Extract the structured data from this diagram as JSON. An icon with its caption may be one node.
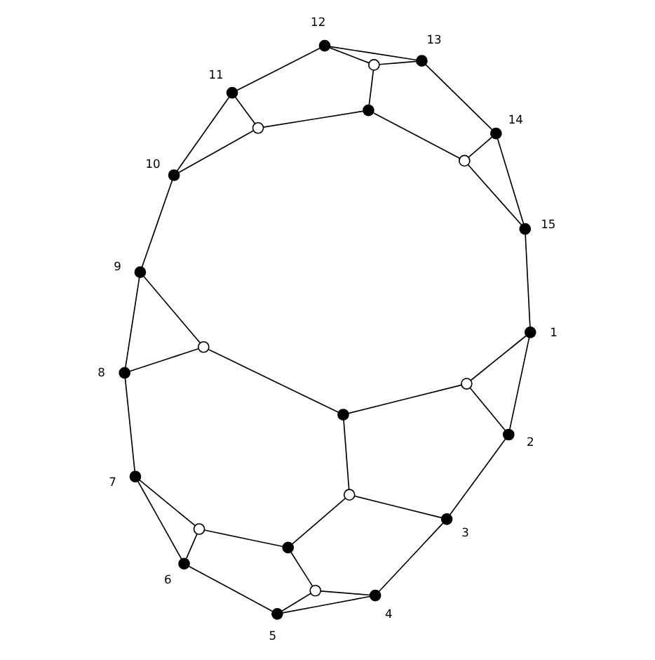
{
  "diagram": {
    "nodes": [
      {
        "text": [],
        "shape": "circle",
        "beside": [
          "1"
        ]
      },
      {
        "text": [],
        "shape": "circle",
        "beside": [
          "2"
        ]
      },
      {
        "text": [],
        "shape": "circle",
        "beside": [
          "3"
        ]
      },
      {
        "text": [],
        "shape": "circle",
        "beside": [
          "4"
        ]
      },
      {
        "text": [],
        "shape": "circle",
        "beside": [
          "5"
        ]
      },
      {
        "text": [],
        "shape": "circle",
        "beside": [
          "6"
        ]
      },
      {
        "text": [],
        "shape": "circle",
        "beside": [
          "7"
        ]
      },
      {
        "text": [],
        "shape": "circle",
        "beside": [
          "8"
        ]
      },
      {
        "text": [],
        "shape": "circle",
        "beside": [
          "9"
        ]
      },
      {
        "text": [],
        "shape": "circle",
        "beside": [
          "10"
        ]
      },
      {
        "text": [],
        "shape": "circle",
        "beside": [
          "11"
        ]
      },
      {
        "text": [],
        "shape": "circle",
        "beside": [
          "12"
        ]
      },
      {
        "text": [],
        "shape": "circle",
        "beside": [
          "13"
        ]
      },
      {
        "text": [],
        "shape": "circle",
        "beside": [
          "14"
        ]
      },
      {
        "text": [],
        "shape": "circle",
        "beside": [
          "15"
        ]
      },
      {
        "text": [],
        "shape": "circle"
      },
      {
        "text": [],
        "shape": "circle"
      },
      {
        "text": [],
        "shape": "circle"
      },
      {
        "text": [],
        "shape": "circle"
      },
      {
        "text": [],
        "shape": "circle"
      },
      {
        "text": [],
        "shape": "circle"
      },
      {
        "text": [],
        "shape": "circle"
      },
      {
        "text": [],
        "shape": "circle"
      },
      {
        "text": [],
        "shape": "circle"
      },
      {
        "text": [],
        "shape": "circle"
      },
      {
        "text": [],
        "shape": "circle"
      }
    ],
    "edges": [
      {
        "from": 0,
        "to": 1,
        "arrow": "none"
      },
      {
        "from": 1,
        "to": 2,
        "arrow": "none"
      },
      {
        "from": 2,
        "to": 3,
        "arrow": "none"
      },
      {
        "from": 3,
        "to": 4,
        "arrow": "none"
      },
      {
        "from": 4,
        "to": 5,
        "arrow": "none"
      },
      {
        "from": 5,
        "to": 6,
        "arrow": "none"
      },
      {
        "from": 6,
        "to": 7,
        "arrow": "none"
      },
      {
        "from": 7,
        "to": 8,
        "arrow": "none"
      },
      {
        "from": 8,
        "to": 9,
        "arrow": "none"
      },
      {
        "from": 9,
        "to": 10,
        "arrow": "none"
      },
      {
        "from": 10,
        "to": 11,
        "arrow": "none"
      },
      {
        "from": 11,
        "to": 12,
        "arrow": "none"
      },
      {
        "from": 12,
        "to": 13,
        "arrow": "none"
      },
      {
        "from": 13,
        "to": 14,
        "arrow": "none"
      },
      {
        "from": 14,
        "to": 0,
        "arrow": "none"
      },
      {
        "from": 11,
        "to": 15,
        "arrow": "none"
      },
      {
        "from": 15,
        "to": 12,
        "arrow": "none"
      },
      {
        "from": 15,
        "to": 17,
        "arrow": "none"
      },
      {
        "from": 10,
        "to": 16,
        "arrow": "none"
      },
      {
        "from": 9,
        "to": 16,
        "arrow": "none"
      },
      {
        "from": 16,
        "to": 17,
        "arrow": "none"
      },
      {
        "from": 17,
        "to": 18,
        "arrow": "none"
      },
      {
        "from": 18,
        "to": 13,
        "arrow": "none"
      },
      {
        "from": 18,
        "to": 14,
        "arrow": "none"
      },
      {
        "from": 8,
        "to": 19,
        "arrow": "none"
      },
      {
        "from": 7,
        "to": 19,
        "arrow": "none"
      },
      {
        "from": 19,
        "to": 21,
        "arrow": "none"
      },
      {
        "from": 21,
        "to": 20,
        "arrow": "none"
      },
      {
        "from": 20,
        "to": 0,
        "arrow": "none"
      },
      {
        "from": 20,
        "to": 1,
        "arrow": "none"
      },
      {
        "from": 21,
        "to": 22,
        "arrow": "none"
      },
      {
        "from": 22,
        "to": 2,
        "arrow": "none"
      },
      {
        "from": 22,
        "to": 24,
        "arrow": "none"
      },
      {
        "from": 6,
        "to": 23,
        "arrow": "none"
      },
      {
        "from": 5,
        "to": 23,
        "arrow": "none"
      },
      {
        "from": 23,
        "to": 24,
        "arrow": "none"
      },
      {
        "from": 24,
        "to": 25,
        "arrow": "none"
      },
      {
        "from": 25,
        "to": 4,
        "arrow": "none"
      },
      {
        "from": 25,
        "to": 3,
        "arrow": "none"
      }
    ]
  }
}
